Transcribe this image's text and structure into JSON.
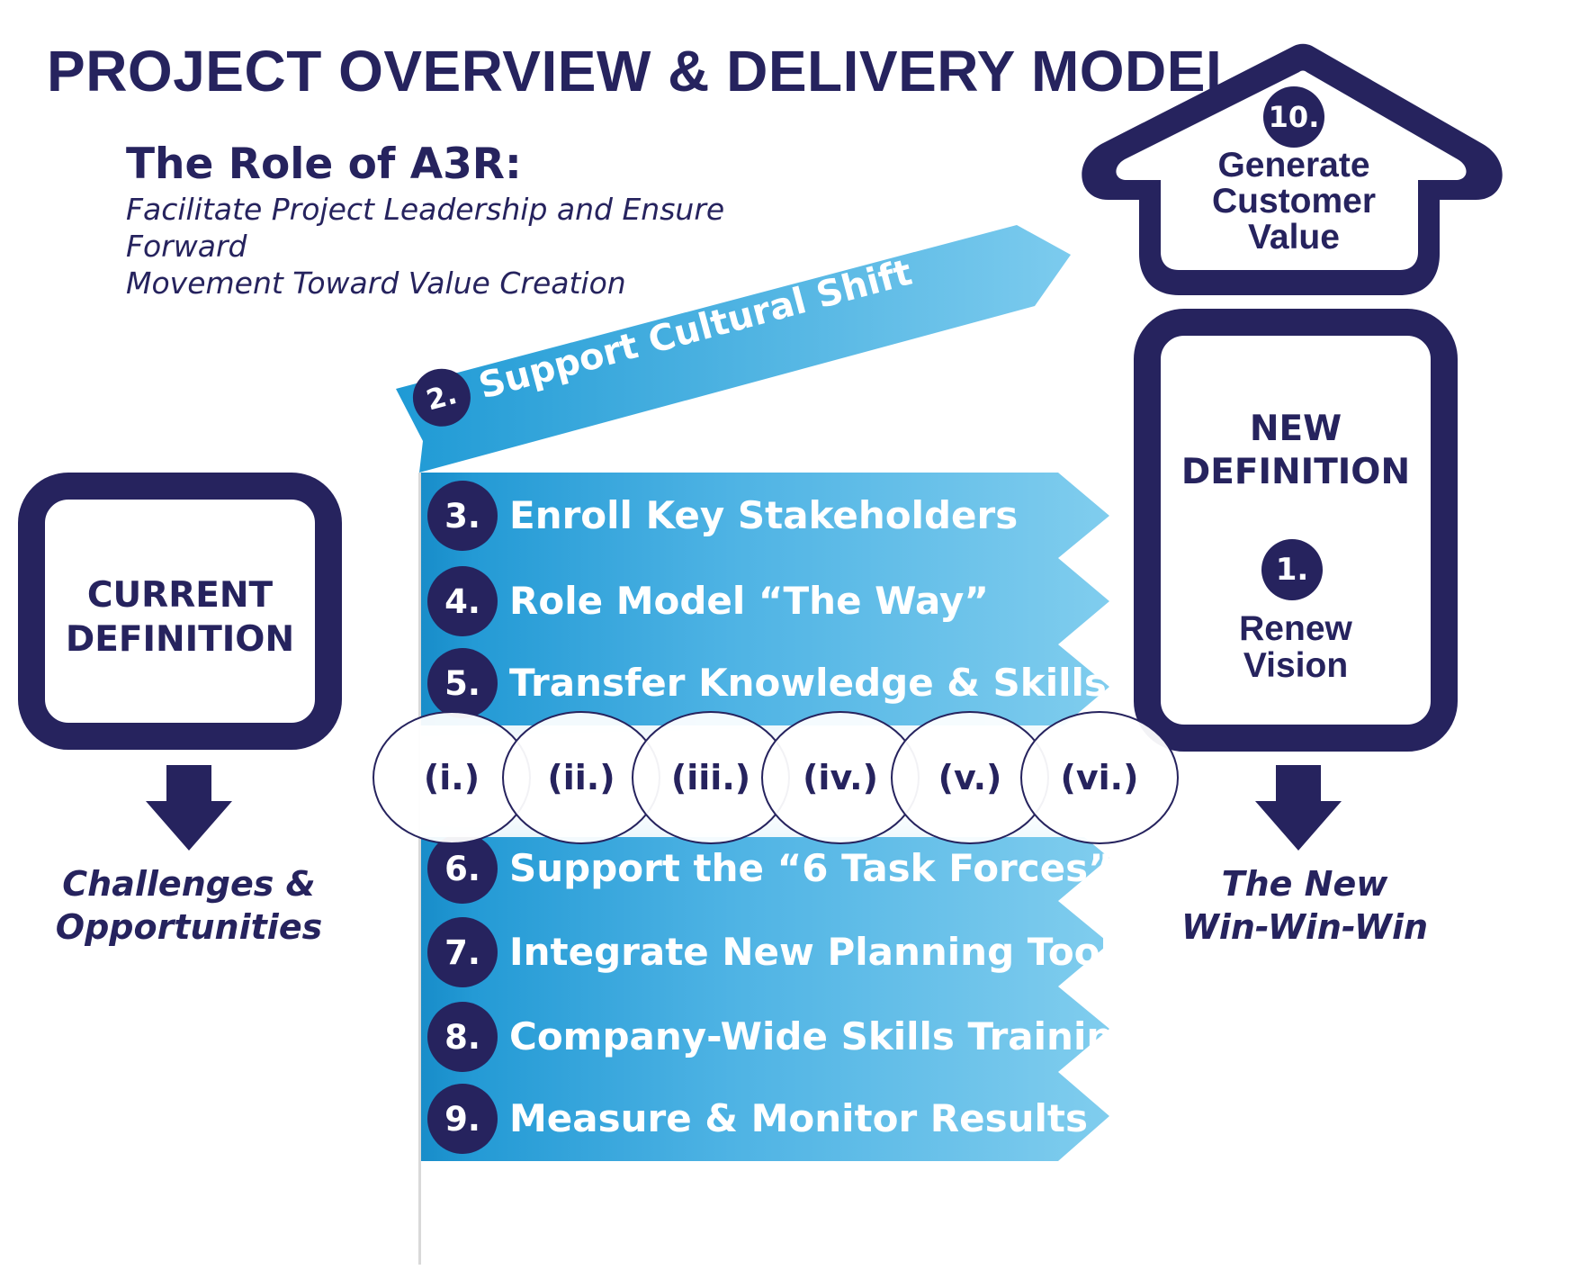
{
  "title": "PROJECT OVERVIEW & DELIVERY MODEL",
  "role": {
    "heading": "The Role of A3R:",
    "line1": "Facilitate Project Leadership and Ensure Forward",
    "line2": "Movement Toward Value Creation"
  },
  "current": {
    "line1": "CURRENT",
    "line2": "DEFINITION",
    "caption_line1": "Challenges &",
    "caption_line2": "Opportunities"
  },
  "new_def": {
    "line1": "NEW",
    "line2": "DEFINITION",
    "step_number": "1.",
    "step_line1": "Renew",
    "step_line2": "Vision",
    "caption_line1": "The New",
    "caption_line2": "Win-Win-Win"
  },
  "goal": {
    "number": "10.",
    "line1": "Generate",
    "line2": "Customer",
    "line3": "Value"
  },
  "cultural_shift": {
    "number": "2.",
    "label": "Support Cultural Shift"
  },
  "stages": [
    {
      "number": "3.",
      "label": "Enroll Key Stakeholders"
    },
    {
      "number": "4.",
      "label": "Role Model “The Way”"
    },
    {
      "number": "5.",
      "label": "Transfer Knowledge & Skills"
    },
    {
      "number": "6.",
      "label": "Support the “6 Task Forces”"
    },
    {
      "number": "7.",
      "label": "Integrate New Planning Tools"
    },
    {
      "number": "8.",
      "label": "Company-Wide Skills Training"
    },
    {
      "number": "9.",
      "label": "Measure & Monitor Results"
    }
  ],
  "task_forces": [
    "(i.)",
    "(ii.)",
    "(iii.)",
    "(iv.)",
    "(v.)",
    "(vi.)"
  ],
  "colors": {
    "navy": "#26235e",
    "gradient_start": "#1b95d2",
    "gradient_end": "#80cdee"
  }
}
